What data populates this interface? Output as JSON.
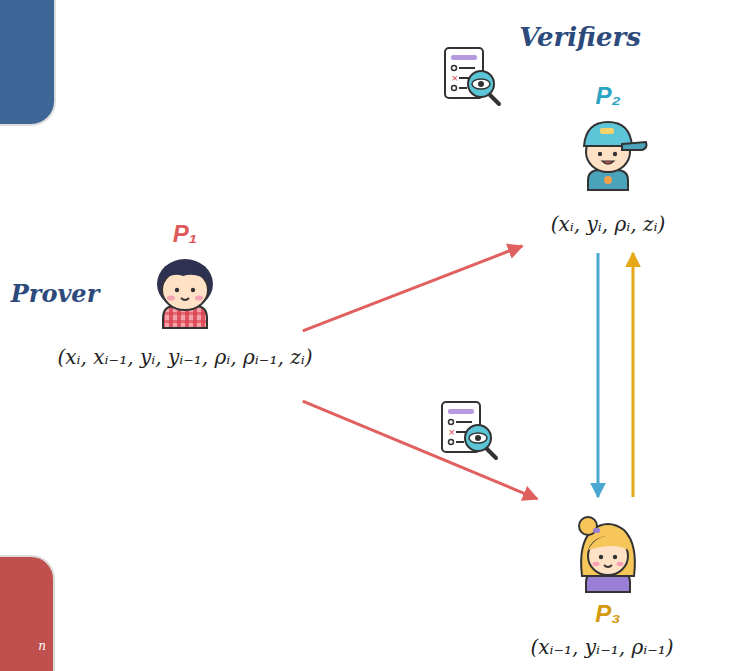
{
  "diagram": {
    "nodes": [
      {
        "text": [
          "P₁",
          "Prover",
          "(xᵢ, xᵢ₋₁, yᵢ, yᵢ₋₁, ρᵢ, ρᵢ₋₁, zᵢ)"
        ]
      },
      {
        "text": [
          "P₂",
          "(xᵢ, yᵢ, ρᵢ, zᵢ)"
        ]
      },
      {
        "text": [
          "P₃",
          "(xᵢ₋₁, yᵢ₋₁, ρᵢ₋₁)"
        ]
      },
      {
        "text": [
          "n"
        ]
      }
    ],
    "edges": [
      {
        "from": 0,
        "to": 1,
        "arrow": "to"
      },
      {
        "from": 0,
        "to": 2,
        "arrow": "to"
      },
      {
        "from": 1,
        "to": 2,
        "arrow": "to"
      },
      {
        "from": 2,
        "to": 1,
        "arrow": "to"
      }
    ],
    "labels": [
      "Verifiers"
    ]
  }
}
